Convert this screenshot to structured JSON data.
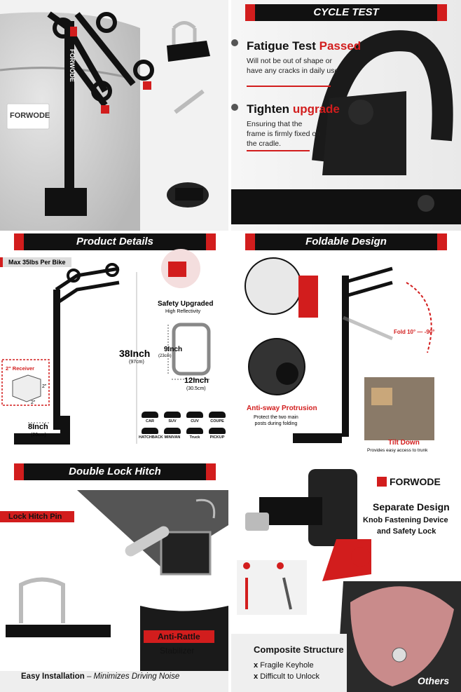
{
  "brand": "FORWODE",
  "colors": {
    "accent": "#d21d1d",
    "dark": "#111111"
  },
  "cycle_test": {
    "title": "CYCLE TEST",
    "fatigue_title": "Fatigue Test",
    "fatigue_highlight": "Passed",
    "fatigue_desc_1": "Will not be out of shape or",
    "fatigue_desc_2": "have any cracks in daily use.",
    "tighten_title": "Tighten",
    "tighten_highlight": "upgrade",
    "tighten_desc_1": "Ensuring that the",
    "tighten_desc_2": "frame is firmly fixed on",
    "tighten_desc_3": "the cradle."
  },
  "product_details": {
    "title": "Product Details",
    "max_load": "Max 35lbs Per Bike",
    "safety_title": "Safety Upgraded",
    "safety_sub": "High Reflectivity",
    "height": "38Inch",
    "height_cm": "(97cm)",
    "depth": "9Inch",
    "depth_cm": "(23cm)",
    "width": "12Inch",
    "width_cm": "(30.5cm)",
    "receiver": "2\" Receiver",
    "receiver_dim_a": "2\"",
    "receiver_dim_b": "2\"",
    "base": "8Inch",
    "base_cm": "(20cm)",
    "vehicles": [
      "CAR",
      "SUV",
      "CUV",
      "COUPE",
      "HATCHBACK",
      "MINIVAN",
      "Truck",
      "PICKUP"
    ]
  },
  "foldable": {
    "title": "Foldable Design",
    "fold_range": "Fold 10° — -90°",
    "anti_sway_title": "Anti-sway Protrusion",
    "anti_sway_desc_1": "Protect the two main",
    "anti_sway_desc_2": "posts during folding",
    "tilt_title": "Tilt Down",
    "tilt_desc": "Provides easy access to trunk"
  },
  "double_lock": {
    "title": "Double Lock Hitch",
    "pin_label": "Lock Hitch Pin",
    "anti_rattle": "Anti-Rattle",
    "stabilizer": "Stabilizer",
    "install_bold": "Easy Installation",
    "install_rest": "– Minimizes Driving Noise"
  },
  "separate": {
    "title": "Separate Design",
    "sub_1": "Knob Fastening Device",
    "sub_2": "and Safety Lock",
    "composite": "Composite Structure",
    "bullet_1": "Fragile Keyhole",
    "bullet_2": "Difficult to Unlock",
    "others": "Others",
    "bullet_mark": "x"
  }
}
